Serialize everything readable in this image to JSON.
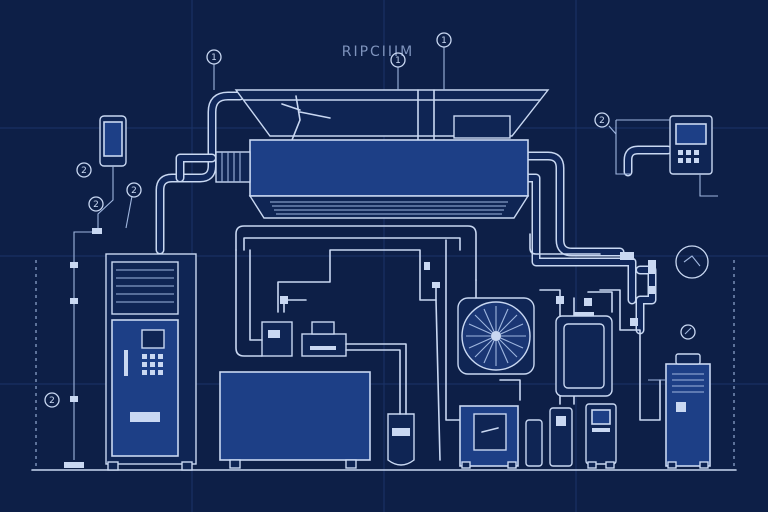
{
  "diagram": {
    "title": "RIPCIIIM",
    "callouts": [
      {
        "id": "c1",
        "label": "1"
      },
      {
        "id": "c2",
        "label": "1"
      },
      {
        "id": "c3",
        "label": "1"
      },
      {
        "id": "c4",
        "label": "2"
      },
      {
        "id": "c5",
        "label": "2"
      },
      {
        "id": "c6",
        "label": "2"
      },
      {
        "id": "c7",
        "label": "2"
      },
      {
        "id": "c8",
        "label": "2"
      }
    ],
    "colors": {
      "background": "#0d1f47",
      "line": "#c9d8f2",
      "panel": "#1d3f86"
    }
  }
}
